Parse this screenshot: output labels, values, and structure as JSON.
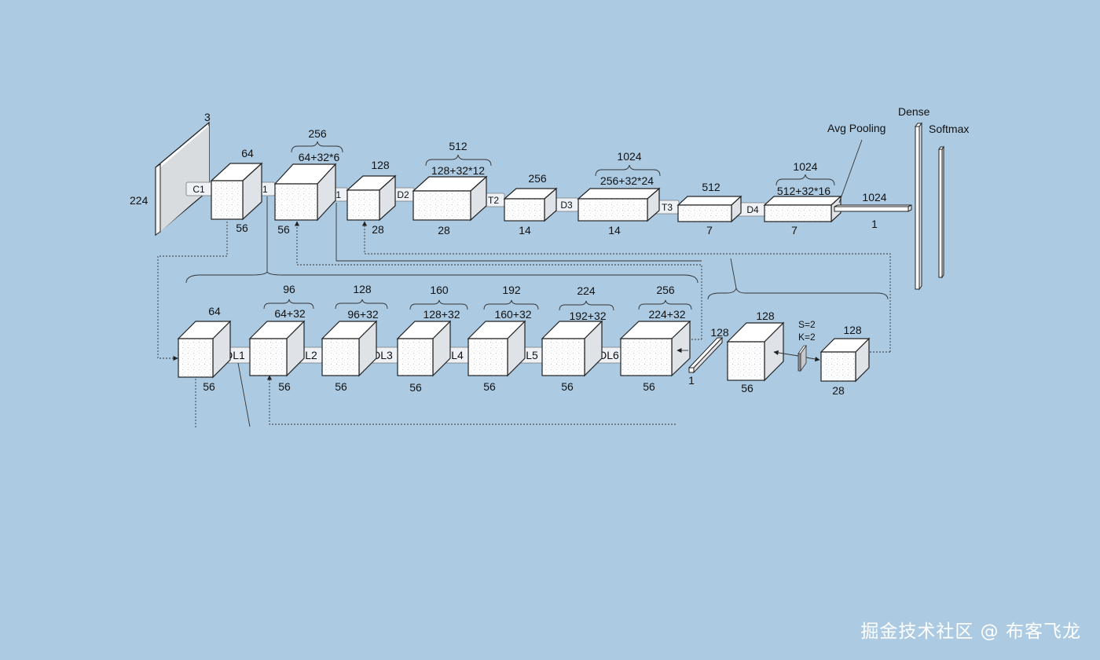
{
  "watermark": "掘金技术社区 @ 布客飞龙",
  "head_labels": {
    "dense": "Dense",
    "softmax": "Softmax",
    "avg_pooling": "Avg Pooling",
    "pool_channels": "1024",
    "pool_size": "1"
  },
  "input": {
    "channels": "3",
    "size": "224"
  },
  "top_boxes": [
    {
      "top": "64",
      "bottom": "56"
    },
    {
      "brace": "256",
      "top": "64+32*6",
      "bottom": "56"
    },
    {
      "top": "128",
      "bottom": "28"
    },
    {
      "brace": "512",
      "top": "128+32*12",
      "bottom": "28"
    },
    {
      "top": "256",
      "bottom": "14"
    },
    {
      "brace": "1024",
      "top": "256+32*24",
      "bottom": "14"
    },
    {
      "top": "512",
      "bottom": "7"
    },
    {
      "brace": "1024",
      "top": "512+32*16",
      "bottom": "7"
    }
  ],
  "top_connectors": [
    "C1",
    "D1",
    "T1",
    "D2",
    "T2",
    "D3",
    "T3",
    "D4"
  ],
  "bottom_boxes": [
    {
      "top": "64",
      "bottom": "56"
    },
    {
      "brace": "96",
      "top": "64+32",
      "bottom": "56"
    },
    {
      "brace": "128",
      "top": "96+32",
      "bottom": "56"
    },
    {
      "brace": "160",
      "top": "128+32",
      "bottom": "56"
    },
    {
      "brace": "192",
      "top": "160+32",
      "bottom": "56"
    },
    {
      "brace": "224",
      "top": "192+32",
      "bottom": "56"
    },
    {
      "brace": "256",
      "top": "224+32",
      "bottom": "56"
    }
  ],
  "bottom_connectors": [
    "DL1",
    "DL2",
    "DL3",
    "DL4",
    "DL5",
    "DL6"
  ],
  "transition": {
    "conv_channels": "128",
    "conv_size": "1",
    "box_top": "128",
    "box_bottom": "56",
    "stride": "S=2",
    "kernel": "K=2",
    "out_top": "128",
    "out_bottom": "28"
  },
  "colors": {
    "background": "#accbe3",
    "box_face": "#ffffff",
    "box_side": "#dfe2e6",
    "connector": "#eef2f7"
  }
}
